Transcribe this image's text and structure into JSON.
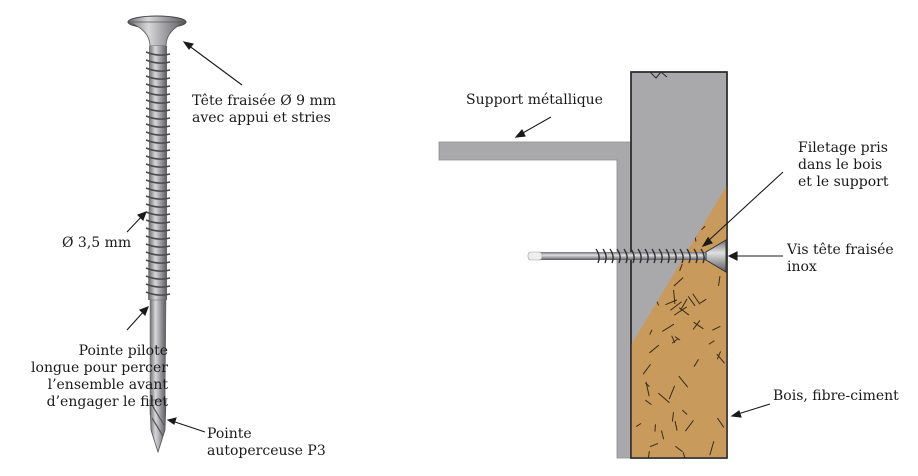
{
  "left_labels": {
    "tete": [
      "Tête fraisée Ø 9 mm",
      "avec appui et stries"
    ],
    "diametre": [
      "Ø 3,5 mm"
    ],
    "pilote": [
      "Pointe pilote",
      "longue pour percer",
      "l’ensemble avant",
      "d’engager le filet"
    ],
    "pointe": [
      "Pointe",
      "autoperceuse P3"
    ]
  },
  "right_labels": {
    "support": [
      "Support métallique"
    ],
    "filetage": [
      "Filetage pris",
      "dans le bois",
      "et le support"
    ],
    "vis": [
      "Vis tête fraisée",
      "inox"
    ],
    "bois": [
      "Bois, fibre-ciment"
    ]
  },
  "colors": {
    "metal_gray": "#a9a9ab",
    "wood": "#c89a5c",
    "screw_steel": "#b5b5b8",
    "outline": "#2b2b2b"
  }
}
